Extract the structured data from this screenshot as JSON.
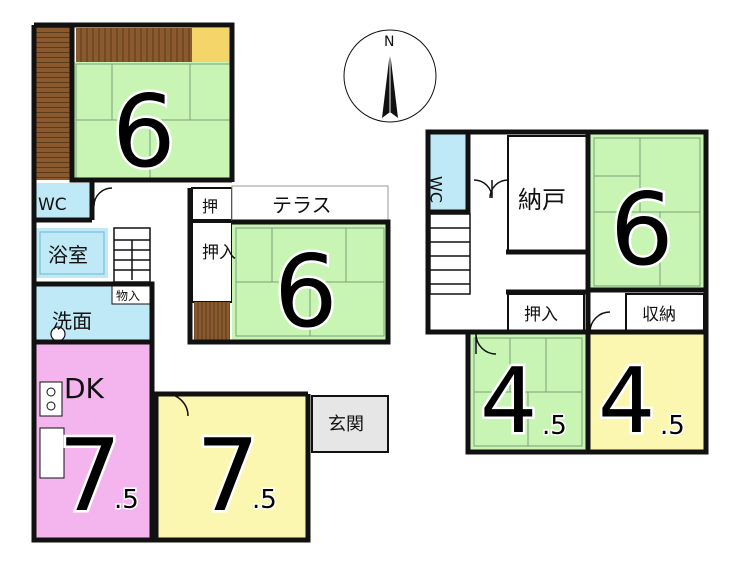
{
  "compass": {
    "label": "N"
  },
  "rooms": {
    "f1_tatami_north": {
      "size": "6"
    },
    "f1_wc": {
      "label": "WC"
    },
    "f1_bath": {
      "label": "浴室"
    },
    "f1_storage_small": {
      "label": "物入"
    },
    "f1_washroom": {
      "label": "洗面"
    },
    "f1_closet_top": {
      "label": "押"
    },
    "f1_terrace": {
      "label": "テラス"
    },
    "f1_closet": {
      "label": "押入"
    },
    "f1_tatami_center": {
      "size": "6"
    },
    "f1_dk": {
      "label": "DK",
      "size": "7",
      "size_decimal": ".5"
    },
    "f1_western": {
      "size": "7",
      "size_decimal": ".5"
    },
    "f1_entrance": {
      "label": "玄関"
    },
    "f2_wc": {
      "label": "WC"
    },
    "f2_storeroom": {
      "label": "納戸"
    },
    "f2_tatami_north": {
      "size": "6"
    },
    "f2_closet": {
      "label": "押入"
    },
    "f2_storage": {
      "label": "収納"
    },
    "f2_tatami_south": {
      "size": "4",
      "size_decimal": ".5"
    },
    "f2_western_south": {
      "size": "4",
      "size_decimal": ".5"
    }
  },
  "colors": {
    "tatami": "#c8f5b4",
    "bath": "#bfe9f7",
    "dk": "#f4b4ee",
    "western": "#fbf7b0",
    "wood": "#8a5a2e",
    "tokonoma": "#f3d56a",
    "wall": "#111111"
  }
}
